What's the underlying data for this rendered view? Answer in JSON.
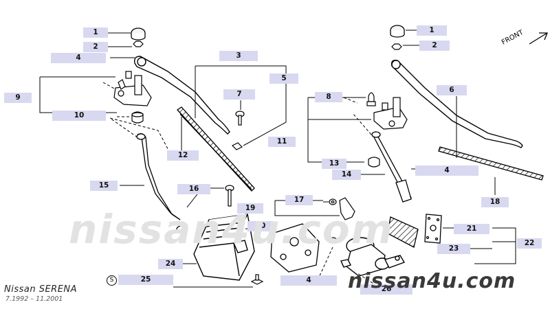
{
  "diagram": {
    "model": "Nissan SERENA",
    "production_range": "7.1992 – 11.2001",
    "direction_label": "FRONT",
    "watermark_left": "nissan4u.com",
    "watermark_right": "nissan4u.com",
    "special_marker": "S",
    "callouts": [
      {
        "id": "c1a",
        "text": "1"
      },
      {
        "id": "c2a",
        "text": "2"
      },
      {
        "id": "c4a",
        "text": "4"
      },
      {
        "id": "c3",
        "text": "3"
      },
      {
        "id": "c5",
        "text": "5"
      },
      {
        "id": "c7",
        "text": "7"
      },
      {
        "id": "c9",
        "text": "9"
      },
      {
        "id": "c10",
        "text": "10"
      },
      {
        "id": "c12",
        "text": "12"
      },
      {
        "id": "c15",
        "text": "15"
      },
      {
        "id": "c16",
        "text": "16"
      },
      {
        "id": "c1b",
        "text": "1"
      },
      {
        "id": "c2b",
        "text": "2"
      },
      {
        "id": "c6",
        "text": "6"
      },
      {
        "id": "c8",
        "text": "8"
      },
      {
        "id": "c11",
        "text": "11"
      },
      {
        "id": "c13",
        "text": "13"
      },
      {
        "id": "c4b",
        "text": "4"
      },
      {
        "id": "c14",
        "text": "14"
      },
      {
        "id": "c18",
        "text": "18"
      },
      {
        "id": "c17",
        "text": "17"
      },
      {
        "id": "c19",
        "text": "19"
      },
      {
        "id": "c20",
        "text": "20"
      },
      {
        "id": "c21",
        "text": "21"
      },
      {
        "id": "c22",
        "text": "22"
      },
      {
        "id": "c23",
        "text": "23"
      },
      {
        "id": "c24",
        "text": "24"
      },
      {
        "id": "c25",
        "text": "25"
      },
      {
        "id": "c4c",
        "text": "4"
      },
      {
        "id": "c26",
        "text": "26"
      }
    ]
  }
}
